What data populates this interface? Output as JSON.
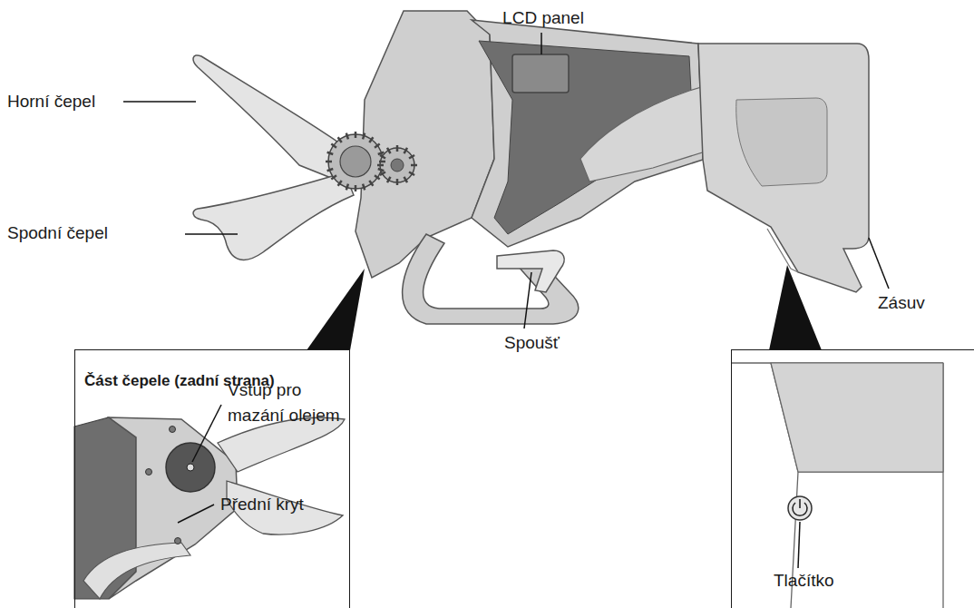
{
  "diagram": {
    "nodes": [
      {
        "text": [
          "Část čepele (zadní strana)",
          "Vstup pro mazání olejem",
          "Přední kryt"
        ]
      },
      {
        "text": [
          "Tlačítko"
        ]
      }
    ],
    "labels": [
      "LCD panel",
      "Horní čepel",
      "Spodní čepel",
      "Spoušť",
      "Zásuv"
    ]
  }
}
